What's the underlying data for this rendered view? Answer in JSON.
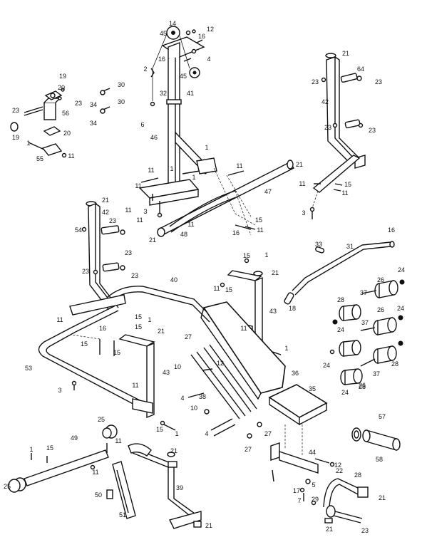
{
  "diagram": {
    "callouts": [
      {
        "id": "c1",
        "text": "45"
      },
      {
        "id": "c2",
        "text": "14"
      },
      {
        "id": "c3",
        "text": "12"
      },
      {
        "id": "c4",
        "text": "16"
      },
      {
        "id": "c5",
        "text": "4"
      },
      {
        "id": "c6",
        "text": "16"
      },
      {
        "id": "c7",
        "text": "2"
      },
      {
        "id": "c8",
        "text": "45"
      },
      {
        "id": "c9",
        "text": "41"
      },
      {
        "id": "c10",
        "text": "32"
      },
      {
        "id": "c11",
        "text": "6"
      },
      {
        "id": "c12",
        "text": "46"
      },
      {
        "id": "c13",
        "text": "1"
      },
      {
        "id": "c14",
        "text": "11"
      },
      {
        "id": "c15",
        "text": "1"
      },
      {
        "id": "c16",
        "text": "1"
      },
      {
        "id": "c17",
        "text": "11"
      },
      {
        "id": "c18",
        "text": "11"
      },
      {
        "id": "c19",
        "text": "21"
      },
      {
        "id": "c20",
        "text": "47"
      },
      {
        "id": "c21",
        "text": "11"
      },
      {
        "id": "c22",
        "text": "3"
      },
      {
        "id": "c23",
        "text": "11"
      },
      {
        "id": "c24",
        "text": "11"
      },
      {
        "id": "c25",
        "text": "48"
      },
      {
        "id": "c26",
        "text": "21"
      },
      {
        "id": "c27",
        "text": "15"
      },
      {
        "id": "c28",
        "text": "16"
      },
      {
        "id": "c29",
        "text": "11"
      },
      {
        "id": "c30",
        "text": "21"
      },
      {
        "id": "c31",
        "text": "64"
      },
      {
        "id": "c32",
        "text": "23"
      },
      {
        "id": "c33",
        "text": "23"
      },
      {
        "id": "c34",
        "text": "42"
      },
      {
        "id": "c35",
        "text": "23"
      },
      {
        "id": "c36",
        "text": "23"
      },
      {
        "id": "c37",
        "text": "11"
      },
      {
        "id": "c38",
        "text": "15"
      },
      {
        "id": "c39",
        "text": "11"
      },
      {
        "id": "c40",
        "text": "3"
      },
      {
        "id": "c41",
        "text": "19"
      },
      {
        "id": "c42",
        "text": "20"
      },
      {
        "id": "c43",
        "text": "23"
      },
      {
        "id": "c44",
        "text": "23"
      },
      {
        "id": "c45",
        "text": "56"
      },
      {
        "id": "c46",
        "text": "30"
      },
      {
        "id": "c47",
        "text": "34"
      },
      {
        "id": "c48",
        "text": "30"
      },
      {
        "id": "c49",
        "text": "34"
      },
      {
        "id": "c50",
        "text": "19"
      },
      {
        "id": "c51",
        "text": "20"
      },
      {
        "id": "c52",
        "text": "1"
      },
      {
        "id": "c53",
        "text": "55"
      },
      {
        "id": "c54",
        "text": "11"
      },
      {
        "id": "c55",
        "text": "21"
      },
      {
        "id": "c56",
        "text": "42"
      },
      {
        "id": "c57",
        "text": "23"
      },
      {
        "id": "c58",
        "text": "54"
      },
      {
        "id": "c59",
        "text": "23"
      },
      {
        "id": "c60",
        "text": "23"
      },
      {
        "id": "c61",
        "text": "23"
      },
      {
        "id": "c62",
        "text": "33"
      },
      {
        "id": "c63",
        "text": "31"
      },
      {
        "id": "c64",
        "text": "16"
      },
      {
        "id": "c65",
        "text": "15"
      },
      {
        "id": "c66",
        "text": "1"
      },
      {
        "id": "c67",
        "text": "21"
      },
      {
        "id": "c68",
        "text": "11"
      },
      {
        "id": "c69",
        "text": "15"
      },
      {
        "id": "c70",
        "text": "43"
      },
      {
        "id": "c71",
        "text": "40"
      },
      {
        "id": "c72",
        "text": "24"
      },
      {
        "id": "c73",
        "text": "26"
      },
      {
        "id": "c74",
        "text": "37"
      },
      {
        "id": "c75",
        "text": "18"
      },
      {
        "id": "c76",
        "text": "28"
      },
      {
        "id": "c77",
        "text": "24"
      },
      {
        "id": "c78",
        "text": "26"
      },
      {
        "id": "c79",
        "text": "37"
      },
      {
        "id": "c80",
        "text": "24"
      },
      {
        "id": "c81",
        "text": "11"
      },
      {
        "id": "c82",
        "text": "15"
      },
      {
        "id": "c83",
        "text": "16"
      },
      {
        "id": "c84",
        "text": "15"
      },
      {
        "id": "c85",
        "text": "1"
      },
      {
        "id": "c86",
        "text": "15"
      },
      {
        "id": "c87",
        "text": "21"
      },
      {
        "id": "c88",
        "text": "11"
      },
      {
        "id": "c89",
        "text": "15"
      },
      {
        "id": "c90",
        "text": "1"
      },
      {
        "id": "c91",
        "text": "27"
      },
      {
        "id": "c92",
        "text": "12"
      },
      {
        "id": "c93",
        "text": "10"
      },
      {
        "id": "c94",
        "text": "53"
      },
      {
        "id": "c95",
        "text": "43"
      },
      {
        "id": "c96",
        "text": "36"
      },
      {
        "id": "c97",
        "text": "4"
      },
      {
        "id": "c98",
        "text": "38"
      },
      {
        "id": "c99",
        "text": "10"
      },
      {
        "id": "c100",
        "text": "24"
      },
      {
        "id": "c101",
        "text": "28"
      },
      {
        "id": "c102",
        "text": "37"
      },
      {
        "id": "c103",
        "text": "28"
      },
      {
        "id": "c104",
        "text": "24"
      },
      {
        "id": "c105",
        "text": "26"
      },
      {
        "id": "c106",
        "text": "3"
      },
      {
        "id": "c107",
        "text": "11"
      },
      {
        "id": "c108",
        "text": "35"
      },
      {
        "id": "c109",
        "text": "15"
      },
      {
        "id": "c110",
        "text": "1"
      },
      {
        "id": "c111",
        "text": "4"
      },
      {
        "id": "c112",
        "text": "27"
      },
      {
        "id": "c113",
        "text": "27"
      },
      {
        "id": "c114",
        "text": "57"
      },
      {
        "id": "c115",
        "text": "25"
      },
      {
        "id": "c116",
        "text": "49"
      },
      {
        "id": "c117",
        "text": "1"
      },
      {
        "id": "c118",
        "text": "15"
      },
      {
        "id": "c119",
        "text": "11"
      },
      {
        "id": "c120",
        "text": "21"
      },
      {
        "id": "c121",
        "text": "11"
      },
      {
        "id": "c122",
        "text": "44"
      },
      {
        "id": "c123",
        "text": "12"
      },
      {
        "id": "c124",
        "text": "58"
      },
      {
        "id": "c125",
        "text": "25"
      },
      {
        "id": "c126",
        "text": "5"
      },
      {
        "id": "c127",
        "text": "22"
      },
      {
        "id": "c128",
        "text": "28"
      },
      {
        "id": "c129",
        "text": "50"
      },
      {
        "id": "c130",
        "text": "39"
      },
      {
        "id": "c131",
        "text": "17"
      },
      {
        "id": "c132",
        "text": "7"
      },
      {
        "id": "c133",
        "text": "29"
      },
      {
        "id": "c134",
        "text": "21"
      },
      {
        "id": "c135",
        "text": "51"
      },
      {
        "id": "c136",
        "text": "21"
      },
      {
        "id": "c137",
        "text": "21"
      },
      {
        "id": "c138",
        "text": "23"
      }
    ]
  }
}
